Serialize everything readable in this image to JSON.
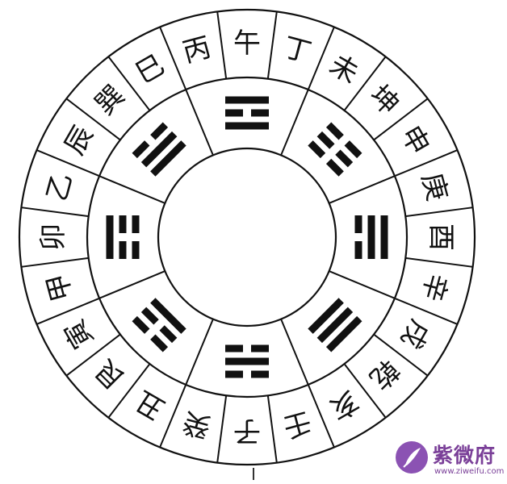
{
  "diagram": {
    "mountains": [
      "子",
      "癸",
      "丑",
      "艮",
      "寅",
      "甲",
      "卯",
      "乙",
      "辰",
      "巽",
      "巳",
      "丙",
      "午",
      "丁",
      "未",
      "坤",
      "申",
      "庚",
      "酉",
      "辛",
      "戌",
      "乾",
      "亥",
      "壬"
    ],
    "trigrams": [
      {
        "name": "坎",
        "lines": "010"
      },
      {
        "name": "艮",
        "lines": "100"
      },
      {
        "name": "震",
        "lines": "001"
      },
      {
        "name": "巽",
        "lines": "110"
      },
      {
        "name": "离",
        "lines": "101"
      },
      {
        "name": "坤",
        "lines": "000"
      },
      {
        "name": "兑",
        "lines": "011"
      },
      {
        "name": "乾",
        "lines": "111"
      }
    ]
  },
  "watermark": {
    "brand_text": "紫微府",
    "url_text": "www.ziweifu.com",
    "brand_color": "#7a3f98",
    "icon_color": "#8b52b3"
  },
  "colors": {
    "line": "#111111",
    "background": "#ffffff"
  }
}
